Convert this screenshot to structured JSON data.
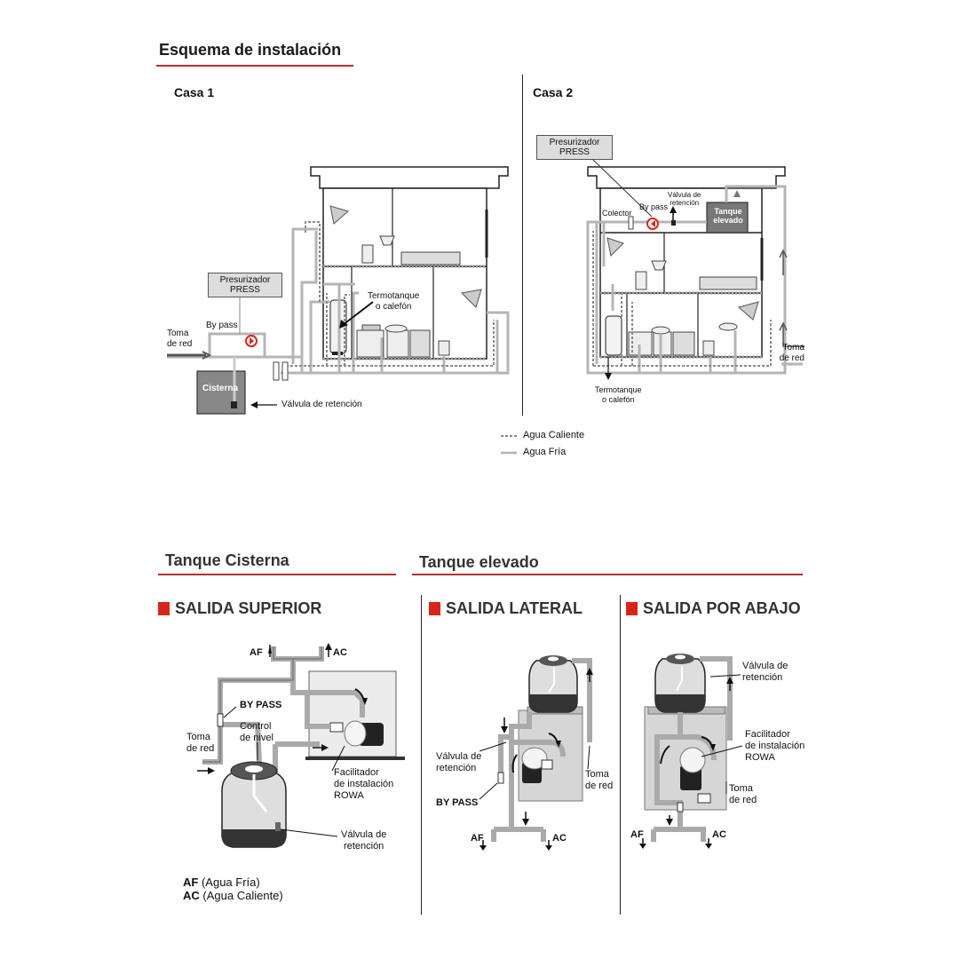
{
  "header": {
    "title": "Esquema de instalación"
  },
  "casa1": {
    "title": "Casa 1",
    "presurizador": [
      "Presurizador",
      "PRESS"
    ],
    "bypass": "By pass",
    "toma": [
      "Toma",
      "de red"
    ],
    "cisterna": "Cisterna",
    "valvula": "Válvula de retención",
    "termo": [
      "Termotanque",
      "o calefón"
    ]
  },
  "casa2": {
    "title": "Casa 2",
    "presurizador": [
      "Presurizador",
      "PRESS"
    ],
    "valvula": [
      "Válvula de",
      "retención"
    ],
    "bypass": "By pass",
    "colector": "Colector",
    "tanque": [
      "Tanque",
      "elevado"
    ],
    "toma": [
      "Toma",
      "de red"
    ],
    "termo": [
      "Termotanque",
      "o calefón"
    ]
  },
  "legend": {
    "caliente": "Agua Caliente",
    "fria": "Agua Fría"
  },
  "bottom": {
    "cisterna_title": "Tanque Cisterna",
    "elevado_title": "Tanque elevado",
    "superior": {
      "heading": "SALIDA SUPERIOR",
      "af": "AF",
      "ac": "AC",
      "bypass": "BY PASS",
      "control": [
        "Control",
        "de nivel"
      ],
      "toma": [
        "Toma",
        "de red"
      ],
      "facilitador": [
        "Facilitador",
        "de instalación",
        "ROWA"
      ],
      "valvula": [
        "Válvula de",
        "retención"
      ],
      "af_def_key": "AF",
      "af_def": "(Agua Fría)",
      "ac_def_key": "AC",
      "ac_def": "(Agua Caliente)"
    },
    "lateral": {
      "heading": "SALIDA LATERAL",
      "valvula": [
        "Válvula de",
        "retención"
      ],
      "bypass": "BY PASS",
      "toma": [
        "Toma",
        "de red"
      ],
      "af": "AF",
      "ac": "AC"
    },
    "abajo": {
      "heading": "SALIDA POR ABAJO",
      "valvula": [
        "Válvula de",
        "retención"
      ],
      "facilitador": [
        "Facilitador",
        "de instalación",
        "ROWA"
      ],
      "toma": [
        "Toma",
        "de red"
      ],
      "af": "AF",
      "ac": "AC"
    }
  }
}
